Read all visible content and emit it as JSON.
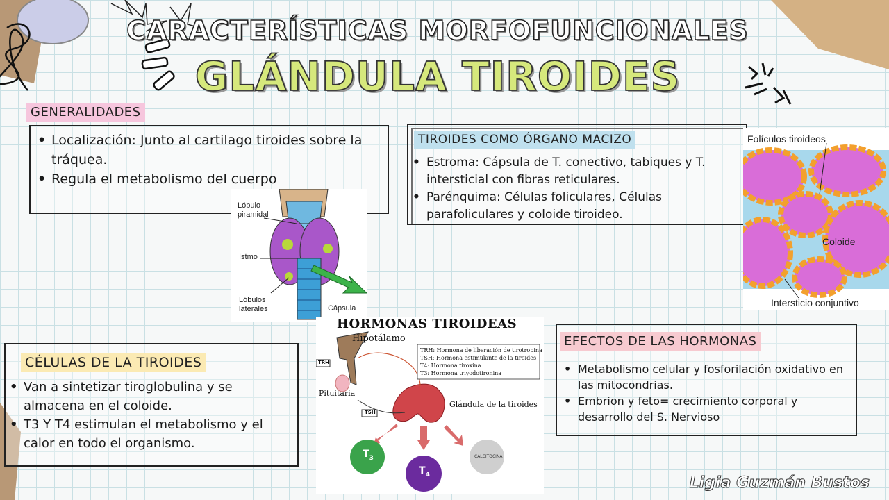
{
  "header": {
    "title_top": "CARACTERÍSTICAS MORFOFUNCIONALES",
    "title_main": "GLÁNDULA TIROIDES"
  },
  "generalidades": {
    "heading": "GENERALIDADES",
    "items": [
      "Localización: Junto al cartilago tiroides sobre la tráquea.",
      "Regula el metabolismo del cuerpo"
    ]
  },
  "organo": {
    "heading": "TIROIDES COMO ÓRGANO MACIZO",
    "items": [
      "Estroma: Cápsula de T. conectivo, tabiques y T. intersticial con fibras reticulares.",
      "Parénquima: Células foliculares, Células parafoliculares y coloide tiroideo."
    ]
  },
  "anatomy_figure": {
    "lobulo_piramidal": "Lóbulo piramidal",
    "istmo": "Istmo",
    "lobulos_laterales": "Lóbulos laterales",
    "capsula": "Cápsula"
  },
  "histology_figure": {
    "foliculos": "Folículos tiroideos",
    "coloide": "Coloide",
    "intersticio": "Intersticio conjuntivo"
  },
  "celulas": {
    "heading": "CÉLULAS DE LA TIROIDES",
    "items": [
      "Van a sintetizar tiroglobulina y se almacena en el coloide.",
      "T3 Y T4 estimulan el metabolismo y el calor en todo el organismo."
    ]
  },
  "hormonas_figure": {
    "title": "HORMONAS TIROIDEAS",
    "hipotalamo": "Hipotálamo",
    "pituitaria": "Pituitaria",
    "glandula": "Glándula de la tiroides",
    "trh_tag": "TRH",
    "tsh_tag": "TSH",
    "legend": [
      "TRH: Hormona de liberación de tirotropina",
      "TSH: Hormona estimulante de la tiroides",
      "T4: Hormona tiroxina",
      "T3: Hormona triyodotironina"
    ],
    "t3": "T",
    "t3_sub": "3",
    "t4": "T",
    "t4_sub": "4",
    "calcitocina": "CALCITOCINA"
  },
  "efectos": {
    "heading": "EFECTOS DE LAS HORMONAS",
    "items": [
      "Metabolismo celular y fosforilación oxidativo en las mitocondrias.",
      "Embrion y feto= crecimiento corporal y desarrollo del S. Nervioso"
    ]
  },
  "signature": "Ligia Guzmán Bustos",
  "colors": {
    "title_main": "#d6e87c",
    "highlight_pink": "#f6c6dd",
    "highlight_blue": "#bfe0ee",
    "highlight_yellow": "#fbeab3",
    "highlight_rose": "#f7cad0"
  }
}
